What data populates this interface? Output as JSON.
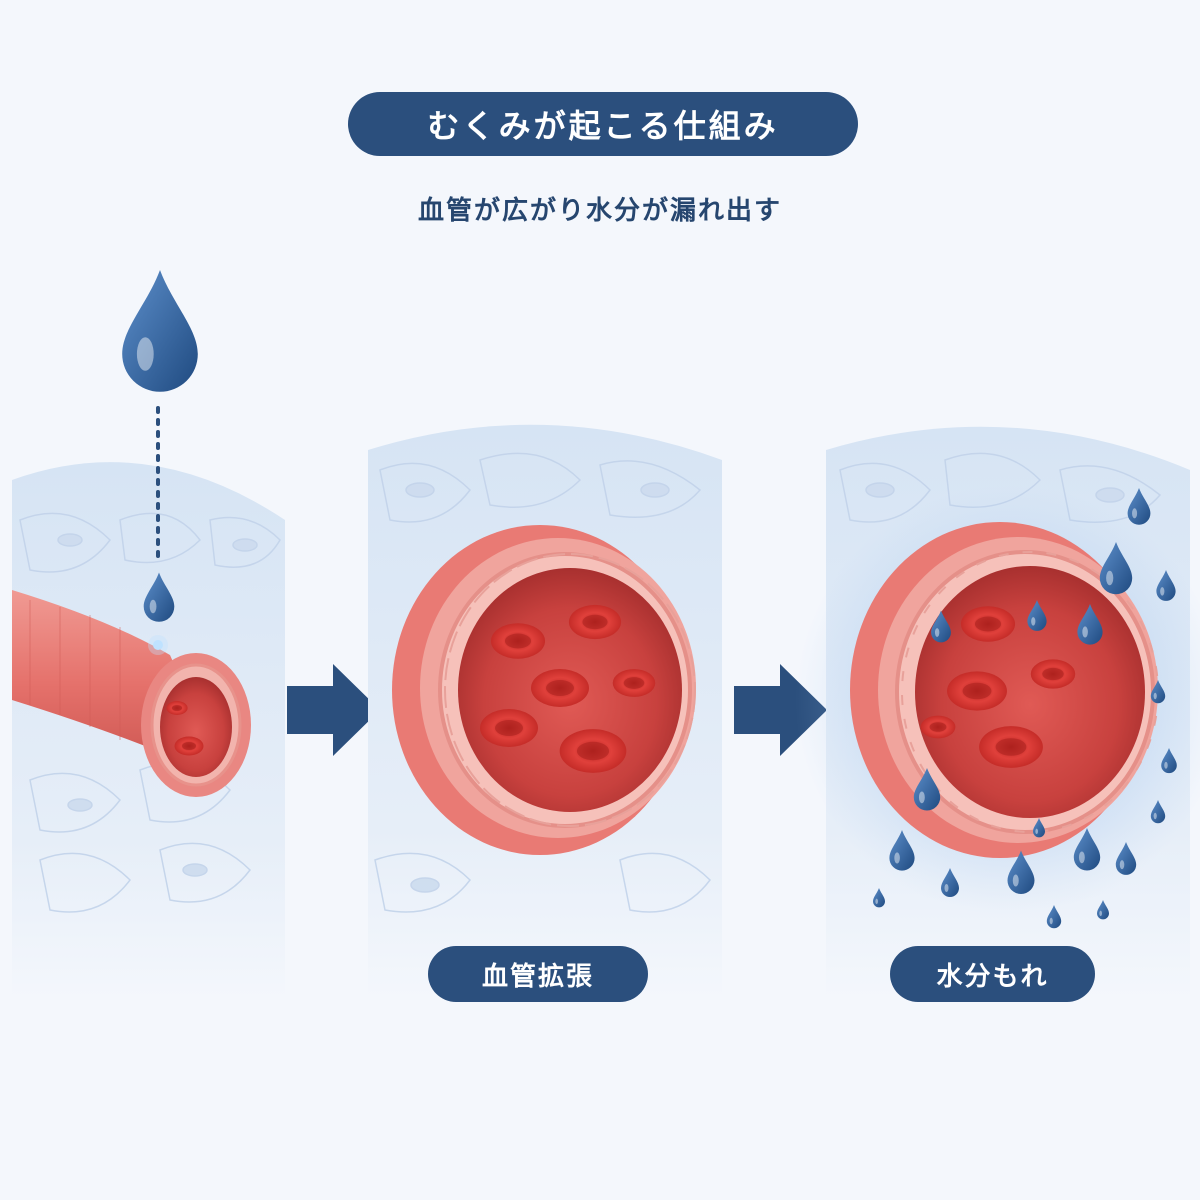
{
  "title": "むくみが起こる仕組み",
  "subtitle": "血管が広がり水分が漏れ出す",
  "stages": [
    {
      "id": "normal",
      "label": ""
    },
    {
      "id": "dilation",
      "label": "血管拡張"
    },
    {
      "id": "leak",
      "label": "水分もれ"
    }
  ],
  "colors": {
    "navy": "#2b4f7d",
    "vessel_red": "#e87470",
    "blood_cell": "#d9302b",
    "water_drop": "#2f5f9a",
    "tissue_blue": "#dbe7f5"
  },
  "icons": [
    "water-drop-icon",
    "arrow-right-icon",
    "red-blood-cell-icon"
  ]
}
